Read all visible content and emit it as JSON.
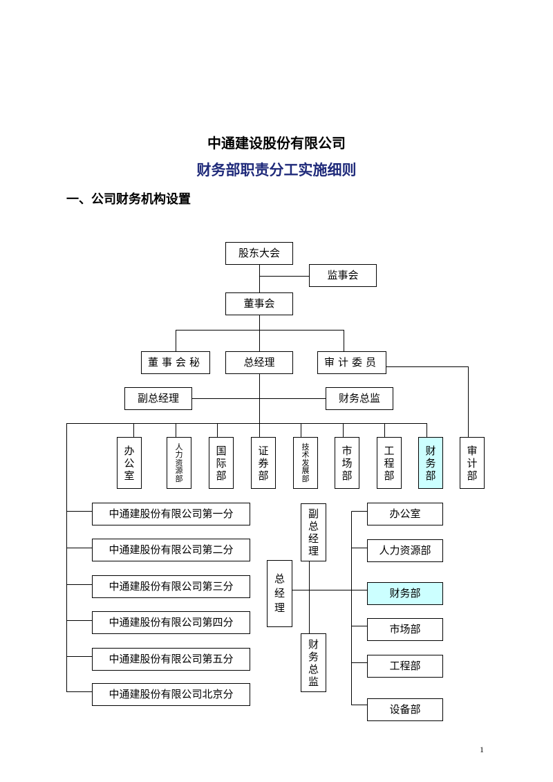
{
  "header": {
    "company": "中通建设股份有限公司",
    "title": "财务部职责分工实施细则",
    "section": "一、公司财务机构设置"
  },
  "org": {
    "shareholders": "股东大会",
    "supervisors": "监事会",
    "board": "董事会",
    "secretary": "董事会秘",
    "gm": "总经理",
    "audit_committee": "审计委员",
    "deputy_gm": "副总经理",
    "cfo": "财务总监",
    "departments": [
      {
        "label": "办公室",
        "highlight": false
      },
      {
        "label": "人力资源部",
        "highlight": false
      },
      {
        "label": "国际部",
        "highlight": false
      },
      {
        "label": "证券部",
        "highlight": false
      },
      {
        "label": "技术发展部",
        "highlight": false
      },
      {
        "label": "市场部",
        "highlight": false
      },
      {
        "label": "工程部",
        "highlight": false
      },
      {
        "label": "财务部",
        "highlight": true
      },
      {
        "label": "审计部",
        "highlight": false
      }
    ],
    "branches": [
      "中通建股份有限公司第一分",
      "中通建股份有限公司第二分",
      "中通建股份有限公司第三分",
      "中通建股份有限公司第四分",
      "中通建股份有限公司第五分",
      "中通建股份有限公司北京分"
    ],
    "branch_deputy_gm": "副总经理",
    "branch_gm": "总经理",
    "branch_cfo": "财务总监",
    "branch_departments": [
      {
        "label": "办公室",
        "highlight": false
      },
      {
        "label": "人力资源部",
        "highlight": false
      },
      {
        "label": "财务部",
        "highlight": true
      },
      {
        "label": "市场部",
        "highlight": false
      },
      {
        "label": "工程部",
        "highlight": false
      },
      {
        "label": "设备部",
        "highlight": false
      }
    ]
  },
  "colors": {
    "title": "#1f2a7a",
    "highlight": "#ccffff"
  },
  "footer": {
    "page_number": "1"
  }
}
